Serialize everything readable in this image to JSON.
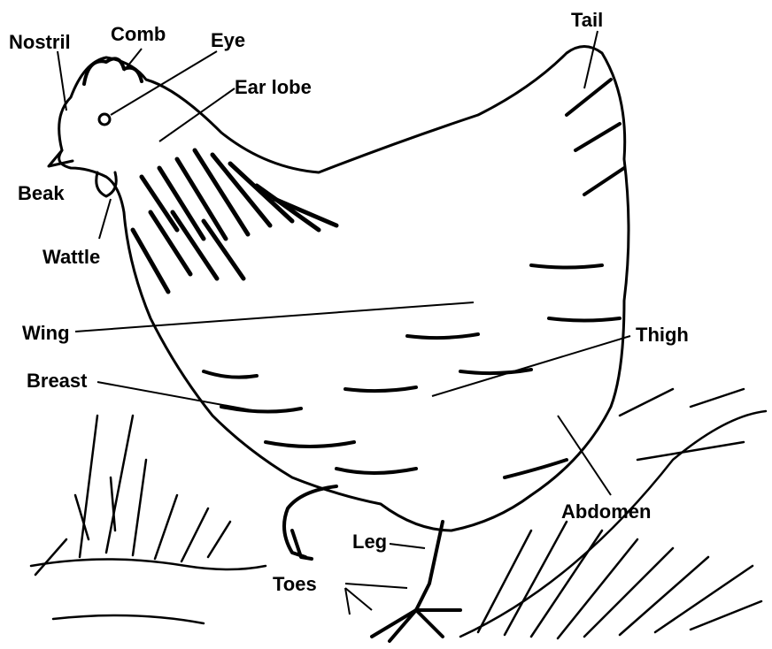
{
  "diagram": {
    "labels": {
      "nostril": "Nostril",
      "comb": "Comb",
      "eye": "Eye",
      "ear_lobe": "Ear lobe",
      "tail": "Tail",
      "beak": "Beak",
      "wattle": "Wattle",
      "wing": "Wing",
      "thigh": "Thigh",
      "breast": "Breast",
      "abdomen": "Abdomen",
      "leg": "Leg",
      "toes": "Toes"
    },
    "colors": {
      "ink": "#000000",
      "paper": "#ffffff"
    }
  }
}
